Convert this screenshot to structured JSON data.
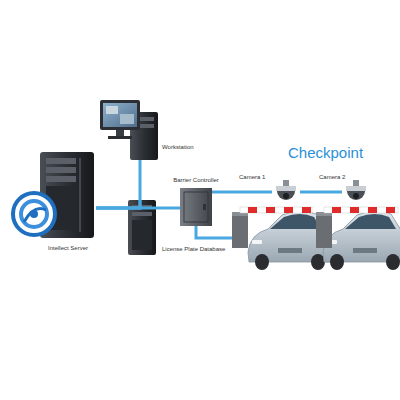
{
  "diagram": {
    "nodes": [
      {
        "text": [
          "Intellect Server"
        ]
      },
      {
        "text": [
          "Workstation"
        ]
      },
      {
        "text": [
          "Barrier Controller"
        ]
      },
      {
        "text": [
          "License Plate Database"
        ]
      },
      {
        "text": [
          "Camera 1"
        ]
      },
      {
        "text": [
          "Camera 2"
        ]
      }
    ],
    "edges": [
      {
        "from": 0,
        "to": 1,
        "arrow": "none"
      },
      {
        "from": 0,
        "to": 3,
        "arrow": "none"
      },
      {
        "from": 0,
        "to": 2,
        "arrow": "none"
      },
      {
        "from": 2,
        "to": 4,
        "arrow": "none"
      },
      {
        "from": 4,
        "to": 5,
        "arrow": "none"
      }
    ],
    "labels": [
      "Checkpoint"
    ]
  }
}
